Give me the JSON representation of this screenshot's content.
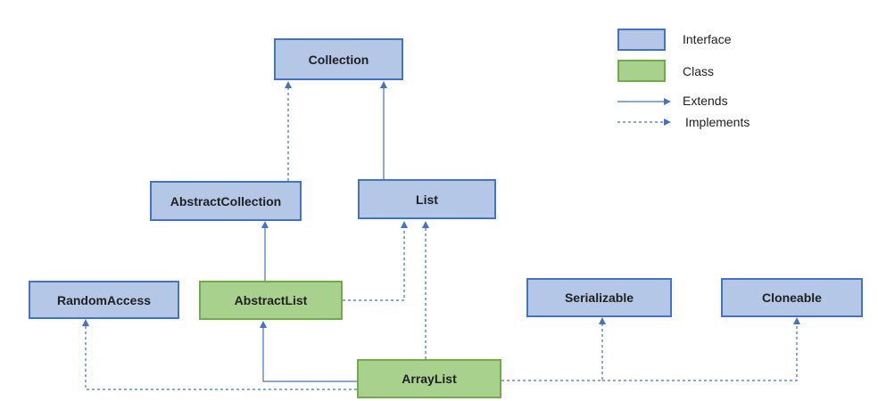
{
  "nodes": {
    "collection": "Collection",
    "abstract_collection": "AbstractCollection",
    "list": "List",
    "random_access": "RandomAccess",
    "abstract_list": "AbstractList",
    "serializable": "Serializable",
    "cloneable": "Cloneable",
    "array_list": "ArrayList"
  },
  "legend": {
    "interface": "Interface",
    "class": "Class",
    "extends": "Extends",
    "implements": "Implements"
  },
  "edges": [
    {
      "from": "abstract_collection",
      "to": "collection",
      "kind": "implements"
    },
    {
      "from": "list",
      "to": "collection",
      "kind": "extends"
    },
    {
      "from": "abstract_list",
      "to": "abstract_collection",
      "kind": "extends"
    },
    {
      "from": "abstract_list",
      "to": "list",
      "kind": "implements"
    },
    {
      "from": "array_list",
      "to": "abstract_list",
      "kind": "extends"
    },
    {
      "from": "array_list",
      "to": "list",
      "kind": "implements"
    },
    {
      "from": "array_list",
      "to": "random_access",
      "kind": "implements"
    },
    {
      "from": "array_list",
      "to": "serializable",
      "kind": "implements"
    },
    {
      "from": "array_list",
      "to": "cloneable",
      "kind": "implements"
    }
  ],
  "colors": {
    "interface_fill": "#b4c7e7",
    "interface_border": "#4472c4",
    "class_fill": "#a9d18e",
    "class_border": "#70ad47",
    "arrow": "#4472c4"
  }
}
